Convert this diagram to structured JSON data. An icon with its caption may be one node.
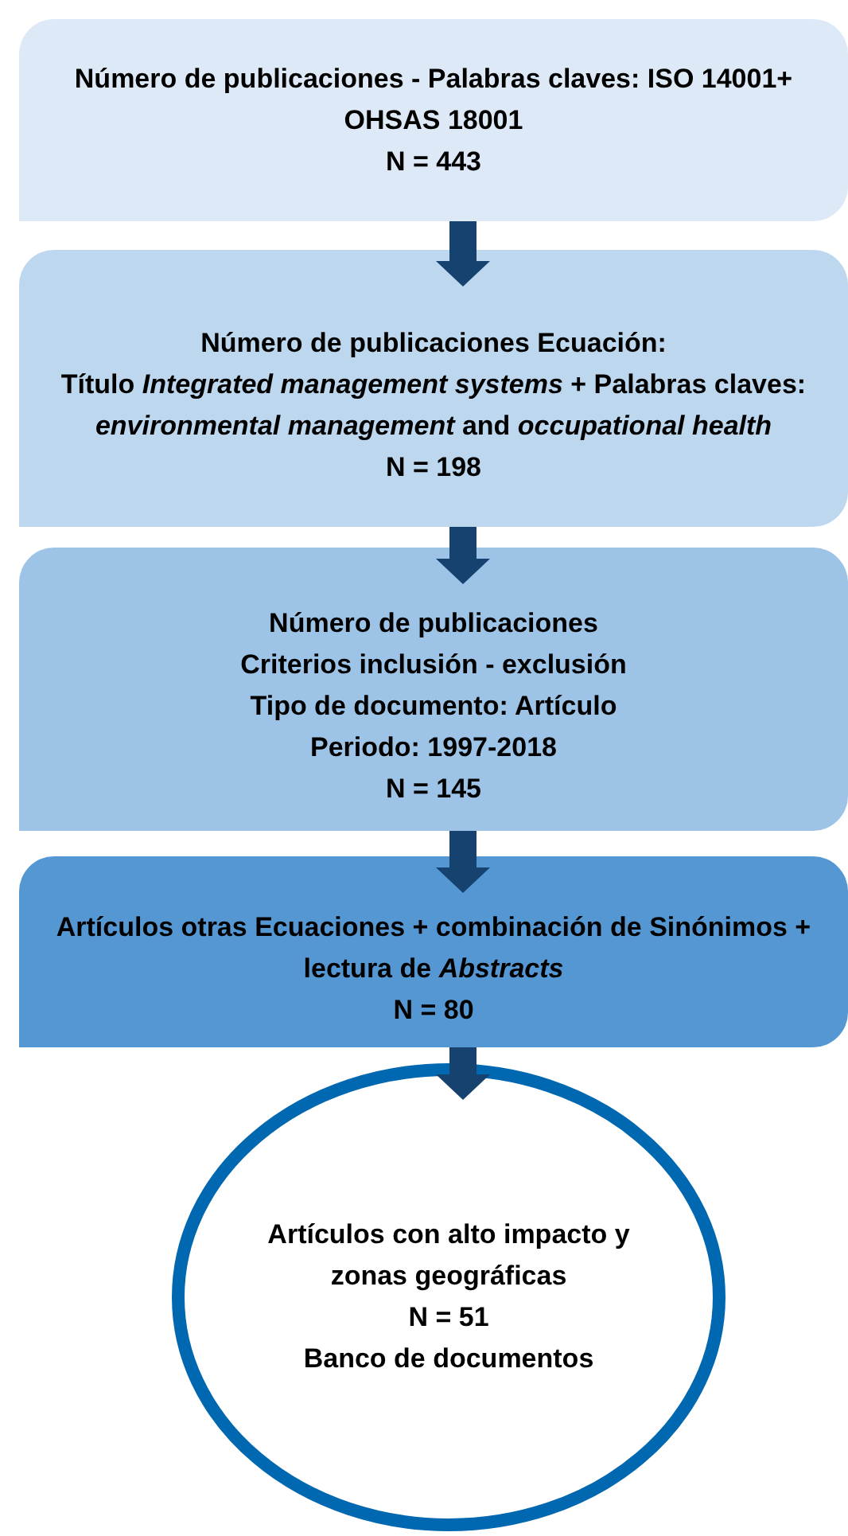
{
  "diagram": {
    "nodes": [
      {
        "text": [
          "Número de publicaciones - Palabras claves: ISO 14001+ OHSAS 18001",
          "N = 443"
        ]
      },
      {
        "text": [
          "Número de publicaciones Ecuación:",
          "Título *Integrated management systems* + Palabras claves: *environmental management* and *occupational health*",
          "N = 198"
        ]
      },
      {
        "text": [
          "Número de publicaciones",
          "Criterios inclusión - exclusión",
          "Tipo de documento: Artículo",
          "Periodo: 1997-2018",
          "N = 145"
        ]
      },
      {
        "text": [
          "Artículos otras Ecuaciones + combinación de Sinónimos + lectura de *Abstracts*",
          "N = 80"
        ]
      },
      {
        "text": [
          "Artículos con alto impacto y zonas geográficas",
          "N = 51",
          "Banco de documentos"
        ]
      }
    ],
    "edges": [
      {
        "from": 0,
        "to": 1,
        "arrow": "to"
      },
      {
        "from": 1,
        "to": 2,
        "arrow": "to"
      },
      {
        "from": 2,
        "to": 3,
        "arrow": "to"
      },
      {
        "from": 3,
        "to": 4,
        "arrow": "to"
      }
    ]
  }
}
